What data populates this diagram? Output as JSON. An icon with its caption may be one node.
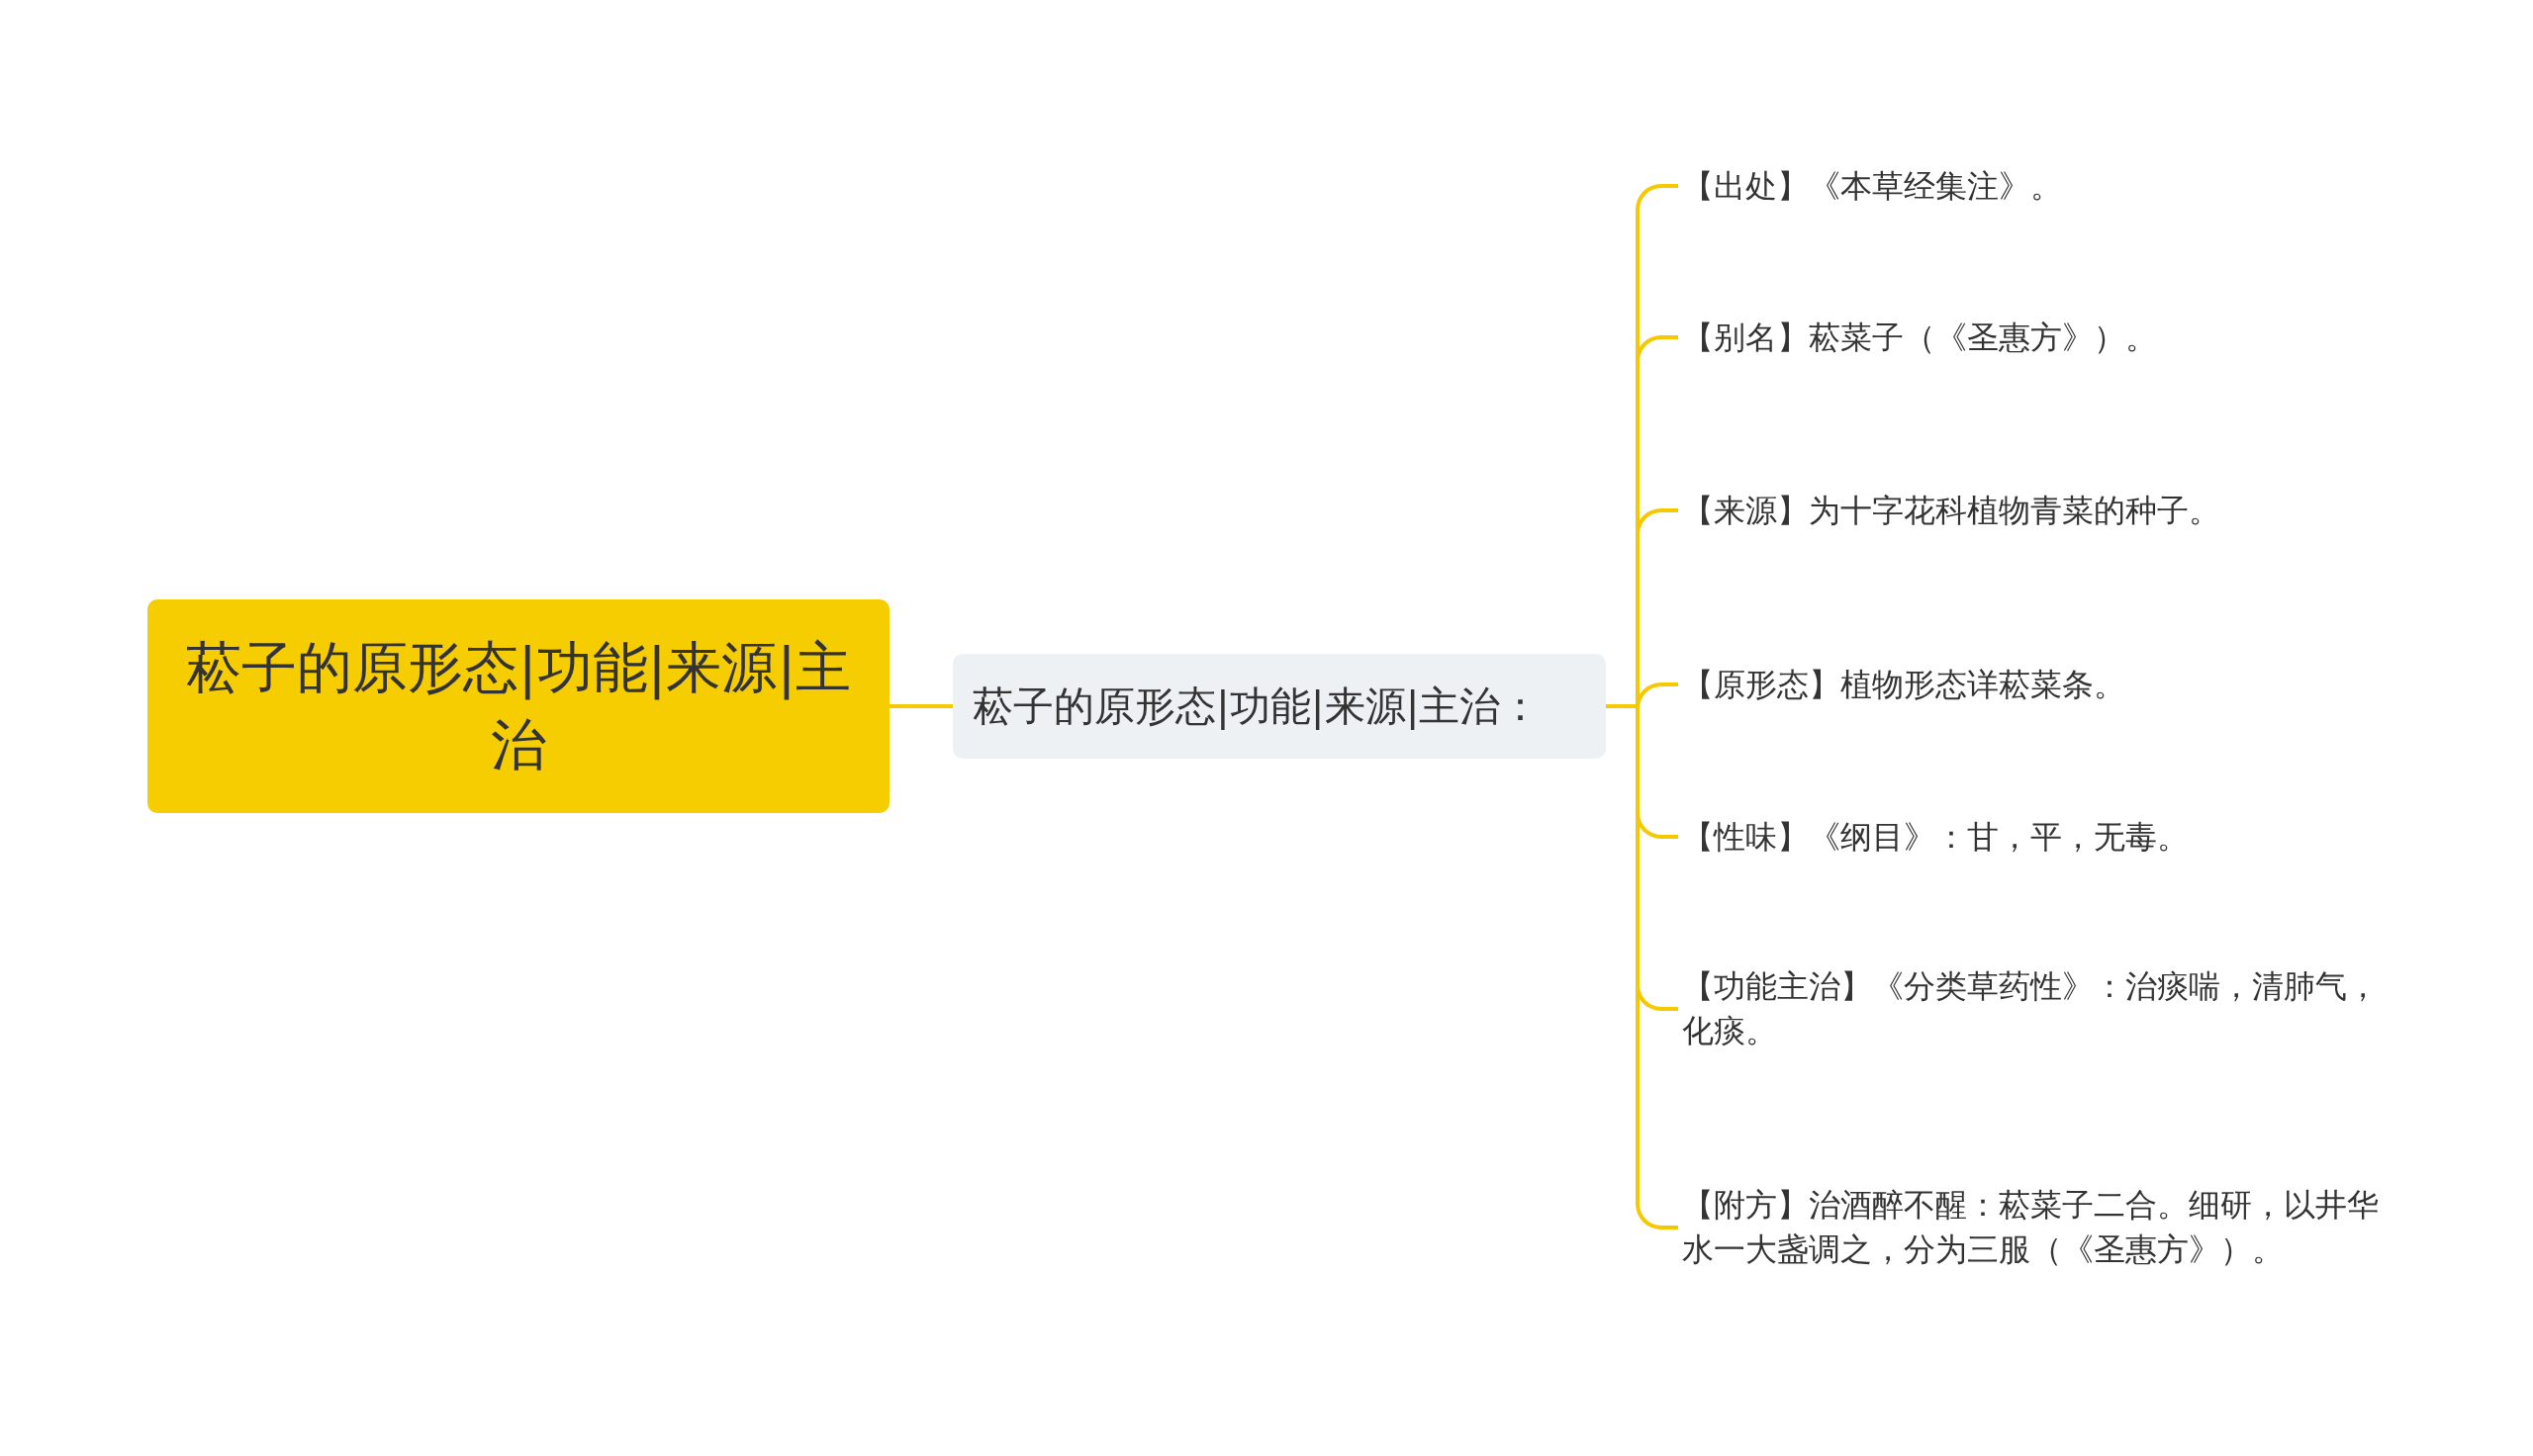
{
  "diagram": {
    "nodes": [
      {
        "text": [
          "菘子的原形态|功能|来源|主治"
        ]
      },
      {
        "text": [
          "菘子的原形态|功能|来源|主治："
        ]
      },
      {
        "text": [
          "【出处】《本草经集注》。"
        ]
      },
      {
        "text": [
          "【别名】菘菜子（《圣惠方》）。"
        ]
      },
      {
        "text": [
          "【来源】为十字花科植物青菜的种子。"
        ]
      },
      {
        "text": [
          "【原形态】植物形态详菘菜条。"
        ]
      },
      {
        "text": [
          "【性味】《纲目》：甘，平，无毒。"
        ]
      },
      {
        "text": [
          "【功能主治】《分类草药性》：治痰喘，清肺气，化痰。"
        ]
      },
      {
        "text": [
          "【附方】治酒醉不醒：菘菜子二合。细研，以井华水一大盏调之，分为三服（《圣惠方》）。"
        ]
      }
    ],
    "edges": [
      {
        "from": 0,
        "to": 1,
        "arrow": "none"
      },
      {
        "from": 1,
        "to": 2,
        "arrow": "none"
      },
      {
        "from": 1,
        "to": 3,
        "arrow": "none"
      },
      {
        "from": 1,
        "to": 4,
        "arrow": "none"
      },
      {
        "from": 1,
        "to": 5,
        "arrow": "none"
      },
      {
        "from": 1,
        "to": 6,
        "arrow": "none"
      },
      {
        "from": 1,
        "to": 7,
        "arrow": "none"
      },
      {
        "from": 1,
        "to": 8,
        "arrow": "none"
      }
    ]
  }
}
